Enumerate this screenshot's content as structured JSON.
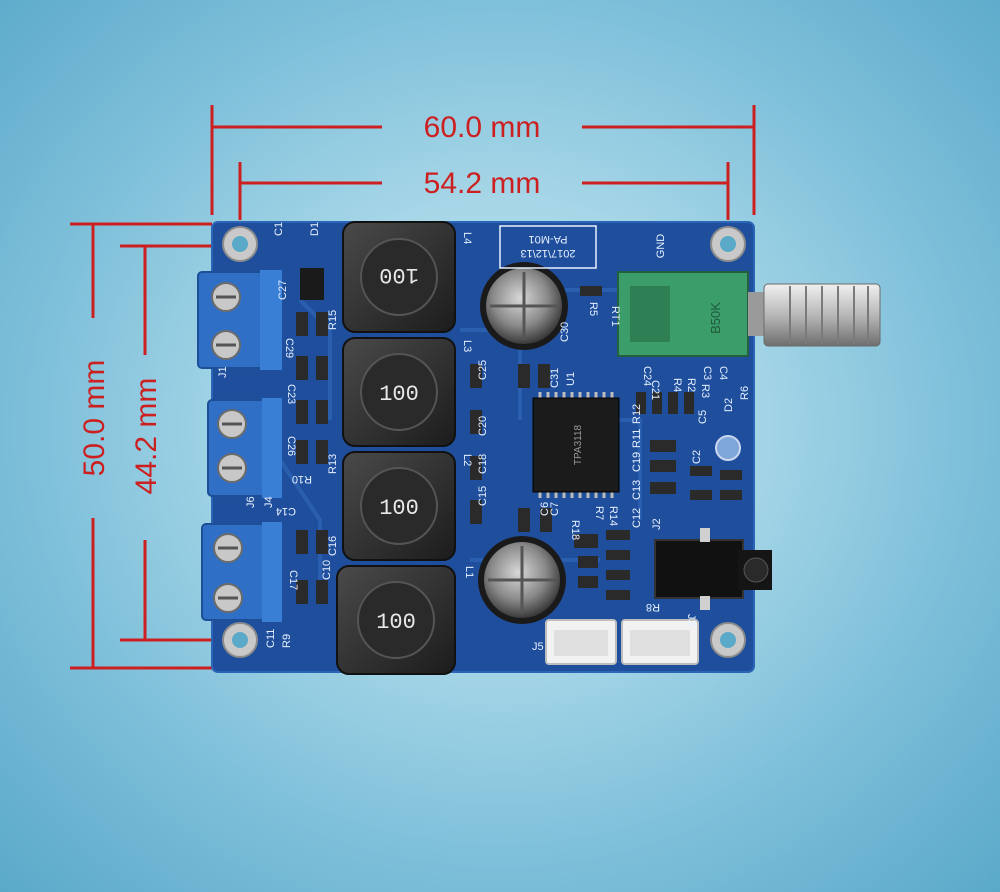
{
  "dimensions": {
    "outer_width": "60.0 mm",
    "inner_width": "54.2 mm",
    "outer_height": "50.0 mm",
    "inner_height": "44.2 mm"
  },
  "board": {
    "name": "PA-M01",
    "date": "2017\\12\\13",
    "ground_label": "GND",
    "ic_text": "TPA3118",
    "pot_label": "B50K",
    "inductor_value": "100",
    "colors": {
      "pcb": "#1f4f9c",
      "terminal": "#2f6fc6",
      "dimension": "#cc1f1f",
      "pot_body": "#3b9d6a"
    },
    "labels": [
      "C1",
      "D1",
      "L4",
      "C27",
      "R15",
      "C29",
      "L3",
      "J1",
      "C23",
      "C25",
      "C30",
      "C31",
      "U1",
      "RT1",
      "R5",
      "C24",
      "C3",
      "C4",
      "R4",
      "R2",
      "R3",
      "C21",
      "D2",
      "R6",
      "C5",
      "C2",
      "C26",
      "C20",
      "C18",
      "L2",
      "R13",
      "R10",
      "C15",
      "C19",
      "C13",
      "C12",
      "R11",
      "R12",
      "J6",
      "J4",
      "C14",
      "C16",
      "C17",
      "C10",
      "C11",
      "R9",
      "R7",
      "R14",
      "R18",
      "C7",
      "C6",
      "J2",
      "J3",
      "R8",
      "L1",
      "J5"
    ]
  }
}
